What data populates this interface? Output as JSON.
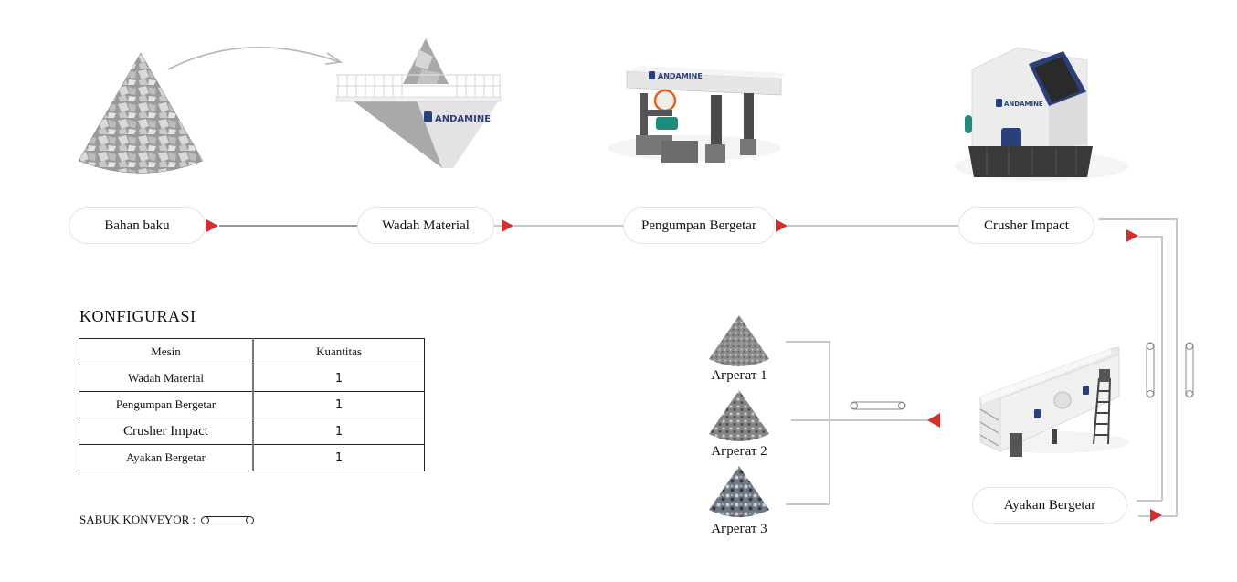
{
  "flow": {
    "nodes": [
      {
        "id": "raw",
        "label": "Bahan baku",
        "image": "rock-pile"
      },
      {
        "id": "hopper",
        "label": "Wadah Material",
        "image": "hopper-machine"
      },
      {
        "id": "feeder",
        "label": "Pengumpan Bergetar",
        "image": "vibrating-feeder-machine"
      },
      {
        "id": "crusher",
        "label": "Crusher Impact",
        "image": "impact-crusher-machine"
      },
      {
        "id": "screen",
        "label": "Ayakan Bergetar",
        "image": "vibrating-screen-machine"
      }
    ],
    "brand": "ANDAMINE",
    "outputs": [
      {
        "label": "Агрегат 1"
      },
      {
        "label": "Агрегат 2"
      },
      {
        "label": "Агрегат 3"
      }
    ]
  },
  "config": {
    "title": "KONFIGURASI",
    "columns": [
      "Mesin",
      "Kuantitas"
    ],
    "rows": [
      {
        "machine": "Wadah Material",
        "qty": "1"
      },
      {
        "machine": "Pengumpan Bergetar",
        "qty": "1"
      },
      {
        "machine": "Crusher Impact",
        "qty": "1"
      },
      {
        "machine": "Ayakan Bergetar",
        "qty": "1"
      }
    ]
  },
  "legend": {
    "conveyor_label": "SABUK KONVEYOR :"
  },
  "colors": {
    "arrow": "#d32f2f",
    "line": "#c8c8c8",
    "brand_blue": "#2b3f7a"
  }
}
